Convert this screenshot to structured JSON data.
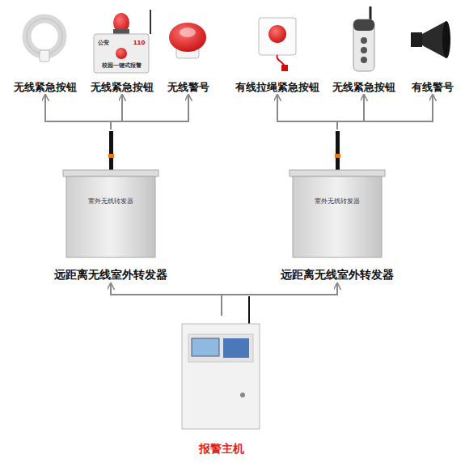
{
  "diagram": {
    "nodes": [
      {
        "text": [
          "无线紧急按钮"
        ]
      },
      {
        "text": [
          "无线紧急按钮"
        ]
      },
      {
        "text": [
          "无线警号"
        ]
      },
      {
        "text": [
          "有线拉绳紧急按钮"
        ]
      },
      {
        "text": [
          "无线紧急按钮"
        ]
      },
      {
        "text": [
          "有线警号"
        ]
      },
      {
        "text": [
          "室外无线转发器",
          "远距离无线室外转发器"
        ]
      },
      {
        "text": [
          "室外无线转发器",
          "远距离无线室外转发器"
        ]
      },
      {
        "text": [
          "报警主机"
        ]
      }
    ],
    "edges": [
      {
        "from": 8,
        "to": 6,
        "arrow": "to"
      },
      {
        "from": 8,
        "to": 7,
        "arrow": "to"
      },
      {
        "from": 6,
        "to": 0,
        "arrow": "to"
      },
      {
        "from": 6,
        "to": 1,
        "arrow": "to"
      },
      {
        "from": 6,
        "to": 2,
        "arrow": "to"
      },
      {
        "from": 7,
        "to": 3,
        "arrow": "to"
      },
      {
        "from": 7,
        "to": 4,
        "arrow": "to"
      },
      {
        "from": 7,
        "to": 5,
        "arrow": "to"
      }
    ],
    "labels": [
      "公安",
      "110",
      "校园一键式报警"
    ]
  }
}
